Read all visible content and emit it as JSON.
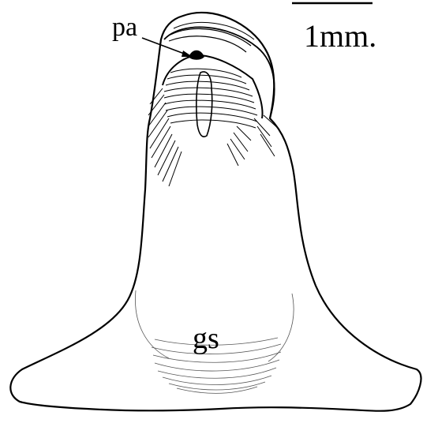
{
  "labels": {
    "pa": "pa",
    "gs": "gs",
    "scale": "1mm."
  },
  "colors": {
    "ink": "#000000",
    "faint_ink": "#555555",
    "background": "#ffffff"
  }
}
